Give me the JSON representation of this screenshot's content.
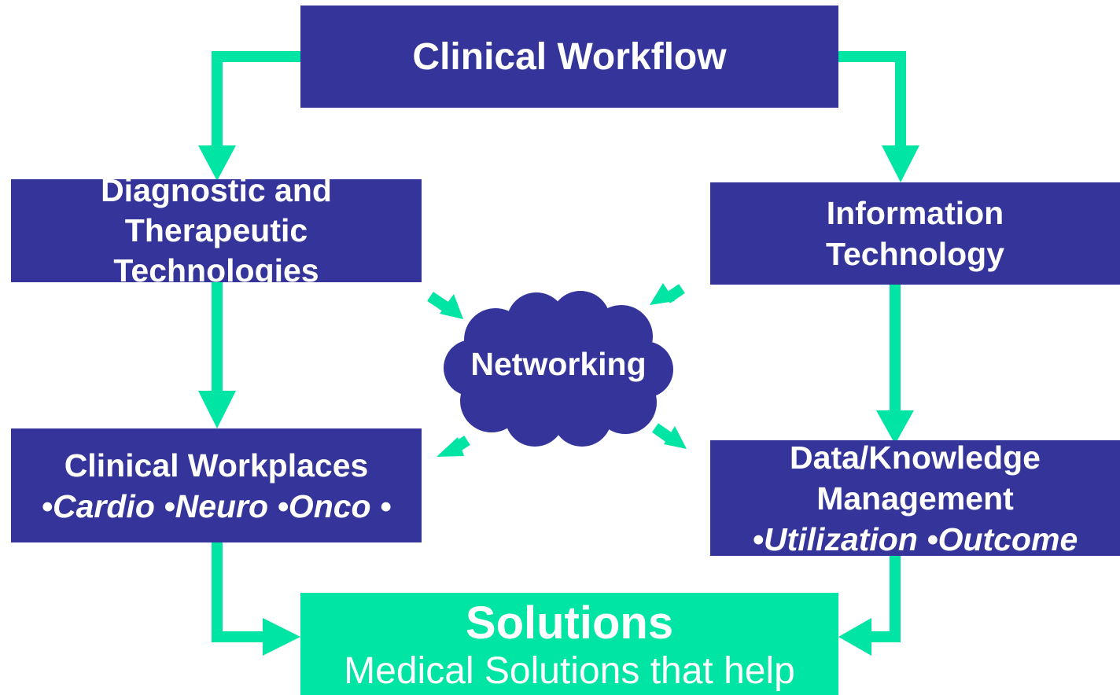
{
  "colors": {
    "box_fill": "#34349a",
    "accent": "#00e4a4",
    "text": "#ffffff"
  },
  "clinical_workflow": {
    "title": "Clinical Workflow"
  },
  "diagnostic": {
    "lines": [
      "Diagnostic and",
      "Therapeutic",
      "Technologies"
    ]
  },
  "information_technology": {
    "lines": [
      "Information",
      "Technology"
    ]
  },
  "clinical_workplaces": {
    "title": "Clinical Workplaces",
    "items": "•Cardio •Neuro •Onco •"
  },
  "data_knowledge": {
    "lines": [
      "Data/Knowledge",
      "Management"
    ],
    "items": "•Utilization •Outcome"
  },
  "networking": {
    "label": "Networking"
  },
  "solutions": {
    "title": "Solutions",
    "subtitle": "Medical Solutions that help"
  }
}
